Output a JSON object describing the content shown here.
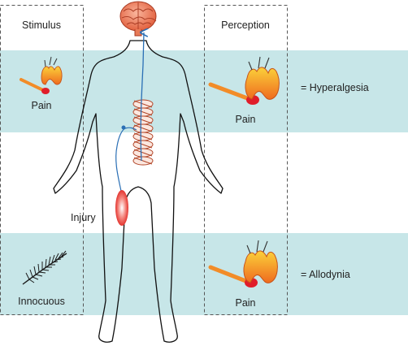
{
  "columns": {
    "stimulus_header": "Stimulus",
    "perception_header": "Perception"
  },
  "rows": [
    {
      "stimulus_label": "Pain",
      "perception_label": "Pain",
      "result": "= Hyperalgesia"
    },
    {
      "stimulus_label": "Innocuous",
      "perception_label": "Pain",
      "result": "= Allodynia"
    }
  ],
  "body": {
    "injury_label": "Injury"
  },
  "colors": {
    "band": "#c7e6e8",
    "dashed_box": "#555555",
    "body_outline": "#111111",
    "nerve": "#2a6fb5",
    "injury_red": "#e3342f",
    "brain": "#ee7b5c",
    "tooth": "#f39a32",
    "match_stick": "#f28c28",
    "match_head": "#e01d2a"
  },
  "icons": [
    "brain-icon",
    "spine-icon",
    "tooth-icon",
    "match-icon",
    "feather-icon",
    "injury-icon"
  ]
}
